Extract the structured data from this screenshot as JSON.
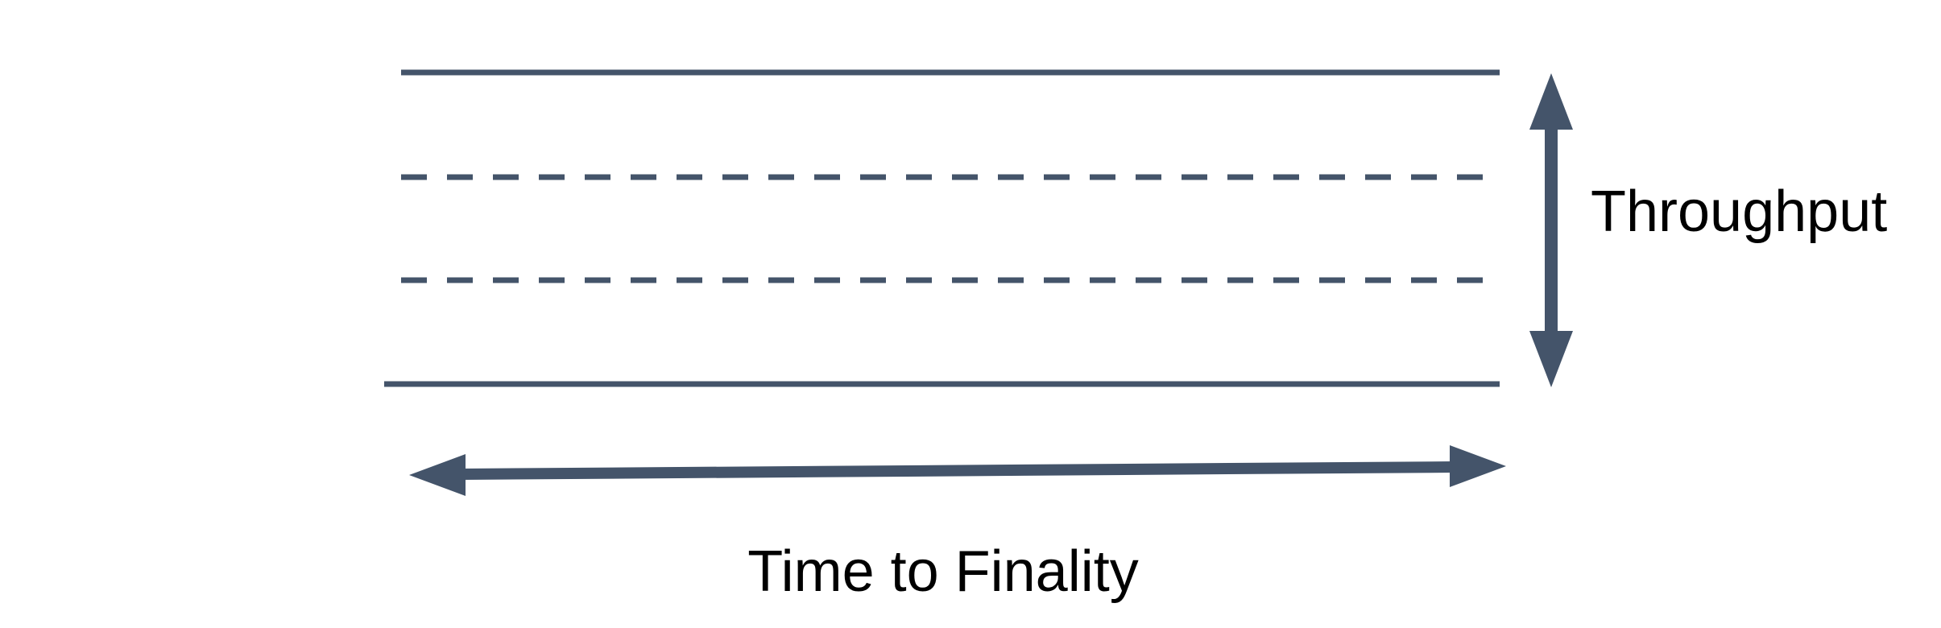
{
  "diagram": {
    "background_color": "#ffffff",
    "line_color": "#44546A",
    "label_color": "#000000",
    "band": {
      "lines": [
        {
          "position": "top",
          "style": "solid"
        },
        {
          "position": "upper-middle",
          "style": "dashed"
        },
        {
          "position": "lower-middle",
          "style": "dashed"
        },
        {
          "position": "bottom",
          "style": "solid"
        }
      ]
    },
    "arrows": [
      {
        "orientation": "vertical",
        "double_headed": true,
        "label": "Throughput"
      },
      {
        "orientation": "horizontal",
        "double_headed": true,
        "label": "Time to Finality"
      }
    ],
    "labels": {
      "throughput": "Throughput",
      "time_to_finality": "Time to Finality"
    }
  }
}
